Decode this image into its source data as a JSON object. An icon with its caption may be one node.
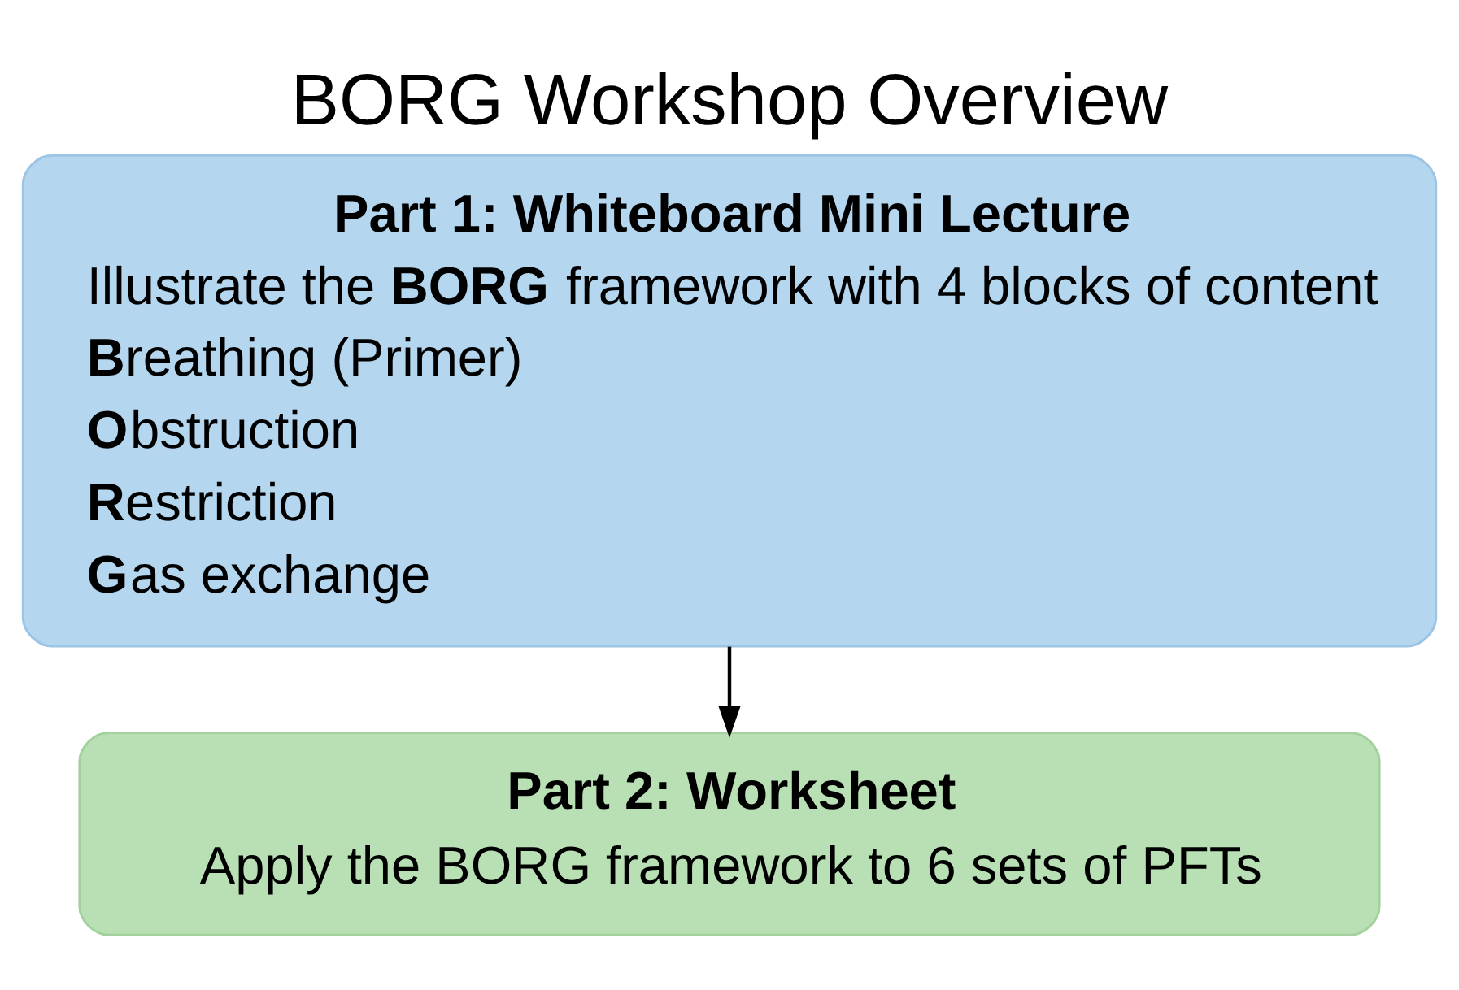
{
  "diagram": {
    "title": "BORG Workshop Overview",
    "nodes": [
      {
        "text": [
          "Part 1: Whiteboard Mini Lecture",
          "Illustrate the **BORG** framework with 4 blocks of content",
          "**B**reathing (Primer)",
          "**O**bstruction",
          "**R**estriction",
          "**G**as exchange"
        ]
      },
      {
        "text": [
          "Part 2: Worksheet",
          "Apply the BORG framework to 6 sets of PFTs"
        ]
      }
    ],
    "edges": [
      {
        "from": 0,
        "to": 1,
        "arrow": "to"
      }
    ]
  }
}
